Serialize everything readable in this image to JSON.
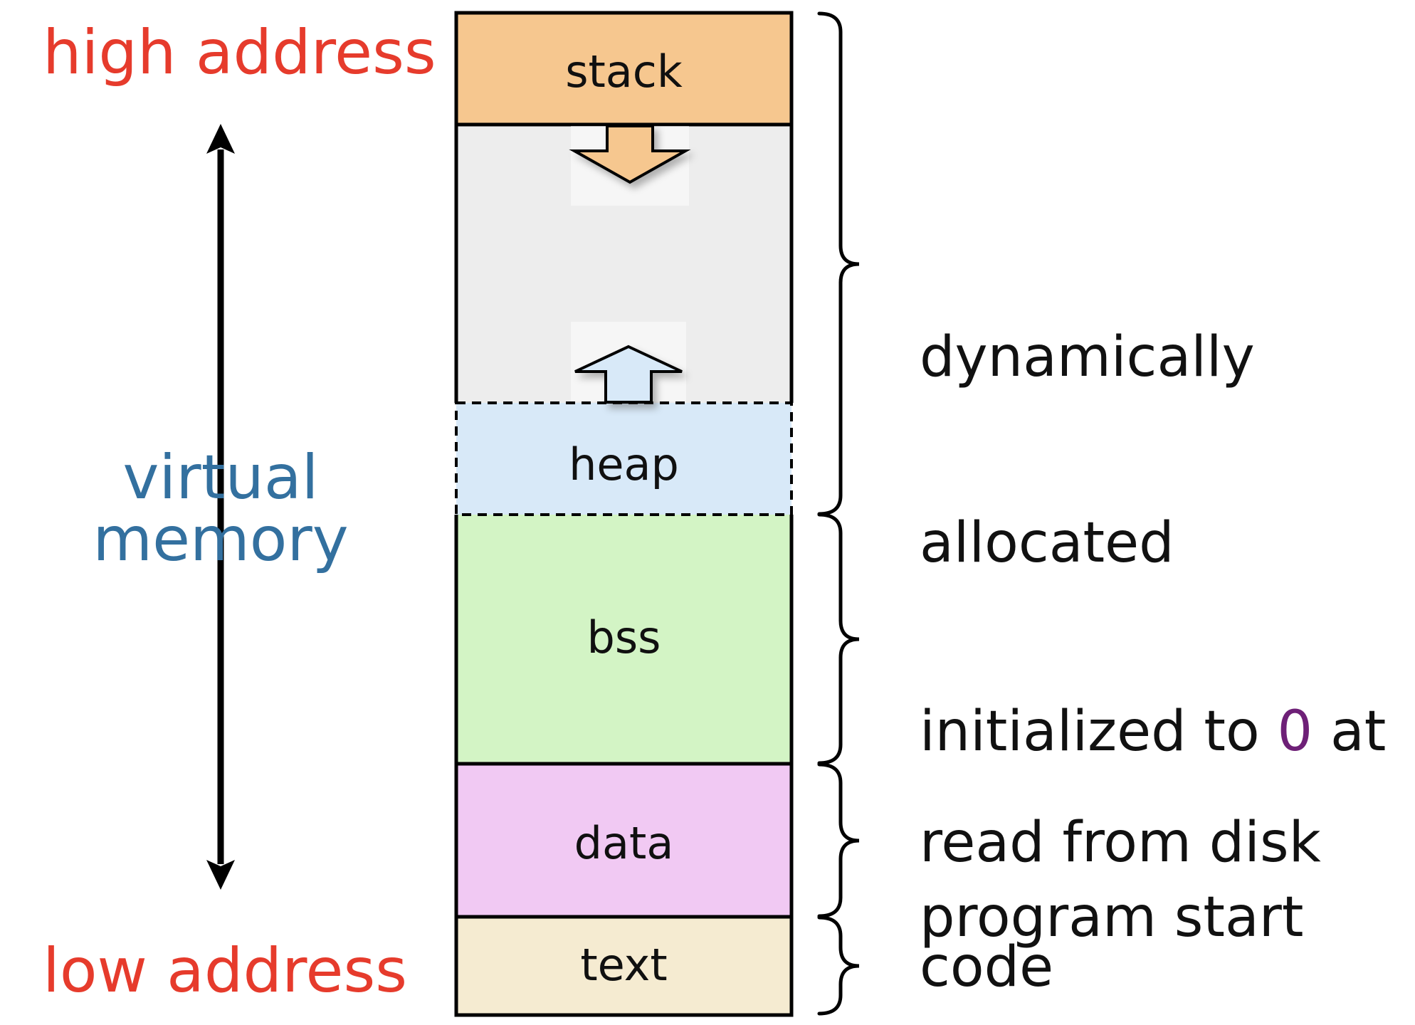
{
  "left_axis": {
    "high_label": "high address",
    "low_label": "low address",
    "axis_label_line1": "virtual",
    "axis_label_line2": "memory"
  },
  "memory_column": {
    "segments": [
      {
        "name": "stack",
        "label": "stack"
      },
      {
        "name": "free-space",
        "label": ""
      },
      {
        "name": "heap",
        "label": "heap"
      },
      {
        "name": "bss",
        "label": "bss"
      },
      {
        "name": "data",
        "label": "data"
      },
      {
        "name": "text",
        "label": "text"
      }
    ]
  },
  "annotations": {
    "dynamic": {
      "line1": "dynamically",
      "line2": "allocated"
    },
    "bss": {
      "line1_before": "initialized to ",
      "line1_zero": "0",
      "line1_after": " at",
      "line2": "program start"
    },
    "data": {
      "label": "read from disk"
    },
    "code": {
      "label": "code"
    }
  },
  "colors": {
    "stack-fill": "#f6c78f",
    "free-fill": "#ededed",
    "heap-fill": "#d8e9f8",
    "bss-fill": "#d3f4c5",
    "data-fill": "#f1c9f3",
    "text-fill": "#f5ebd1",
    "red": "#e63b2c",
    "blue": "#33709f",
    "purple": "#6e2077",
    "ink": "#111111"
  }
}
